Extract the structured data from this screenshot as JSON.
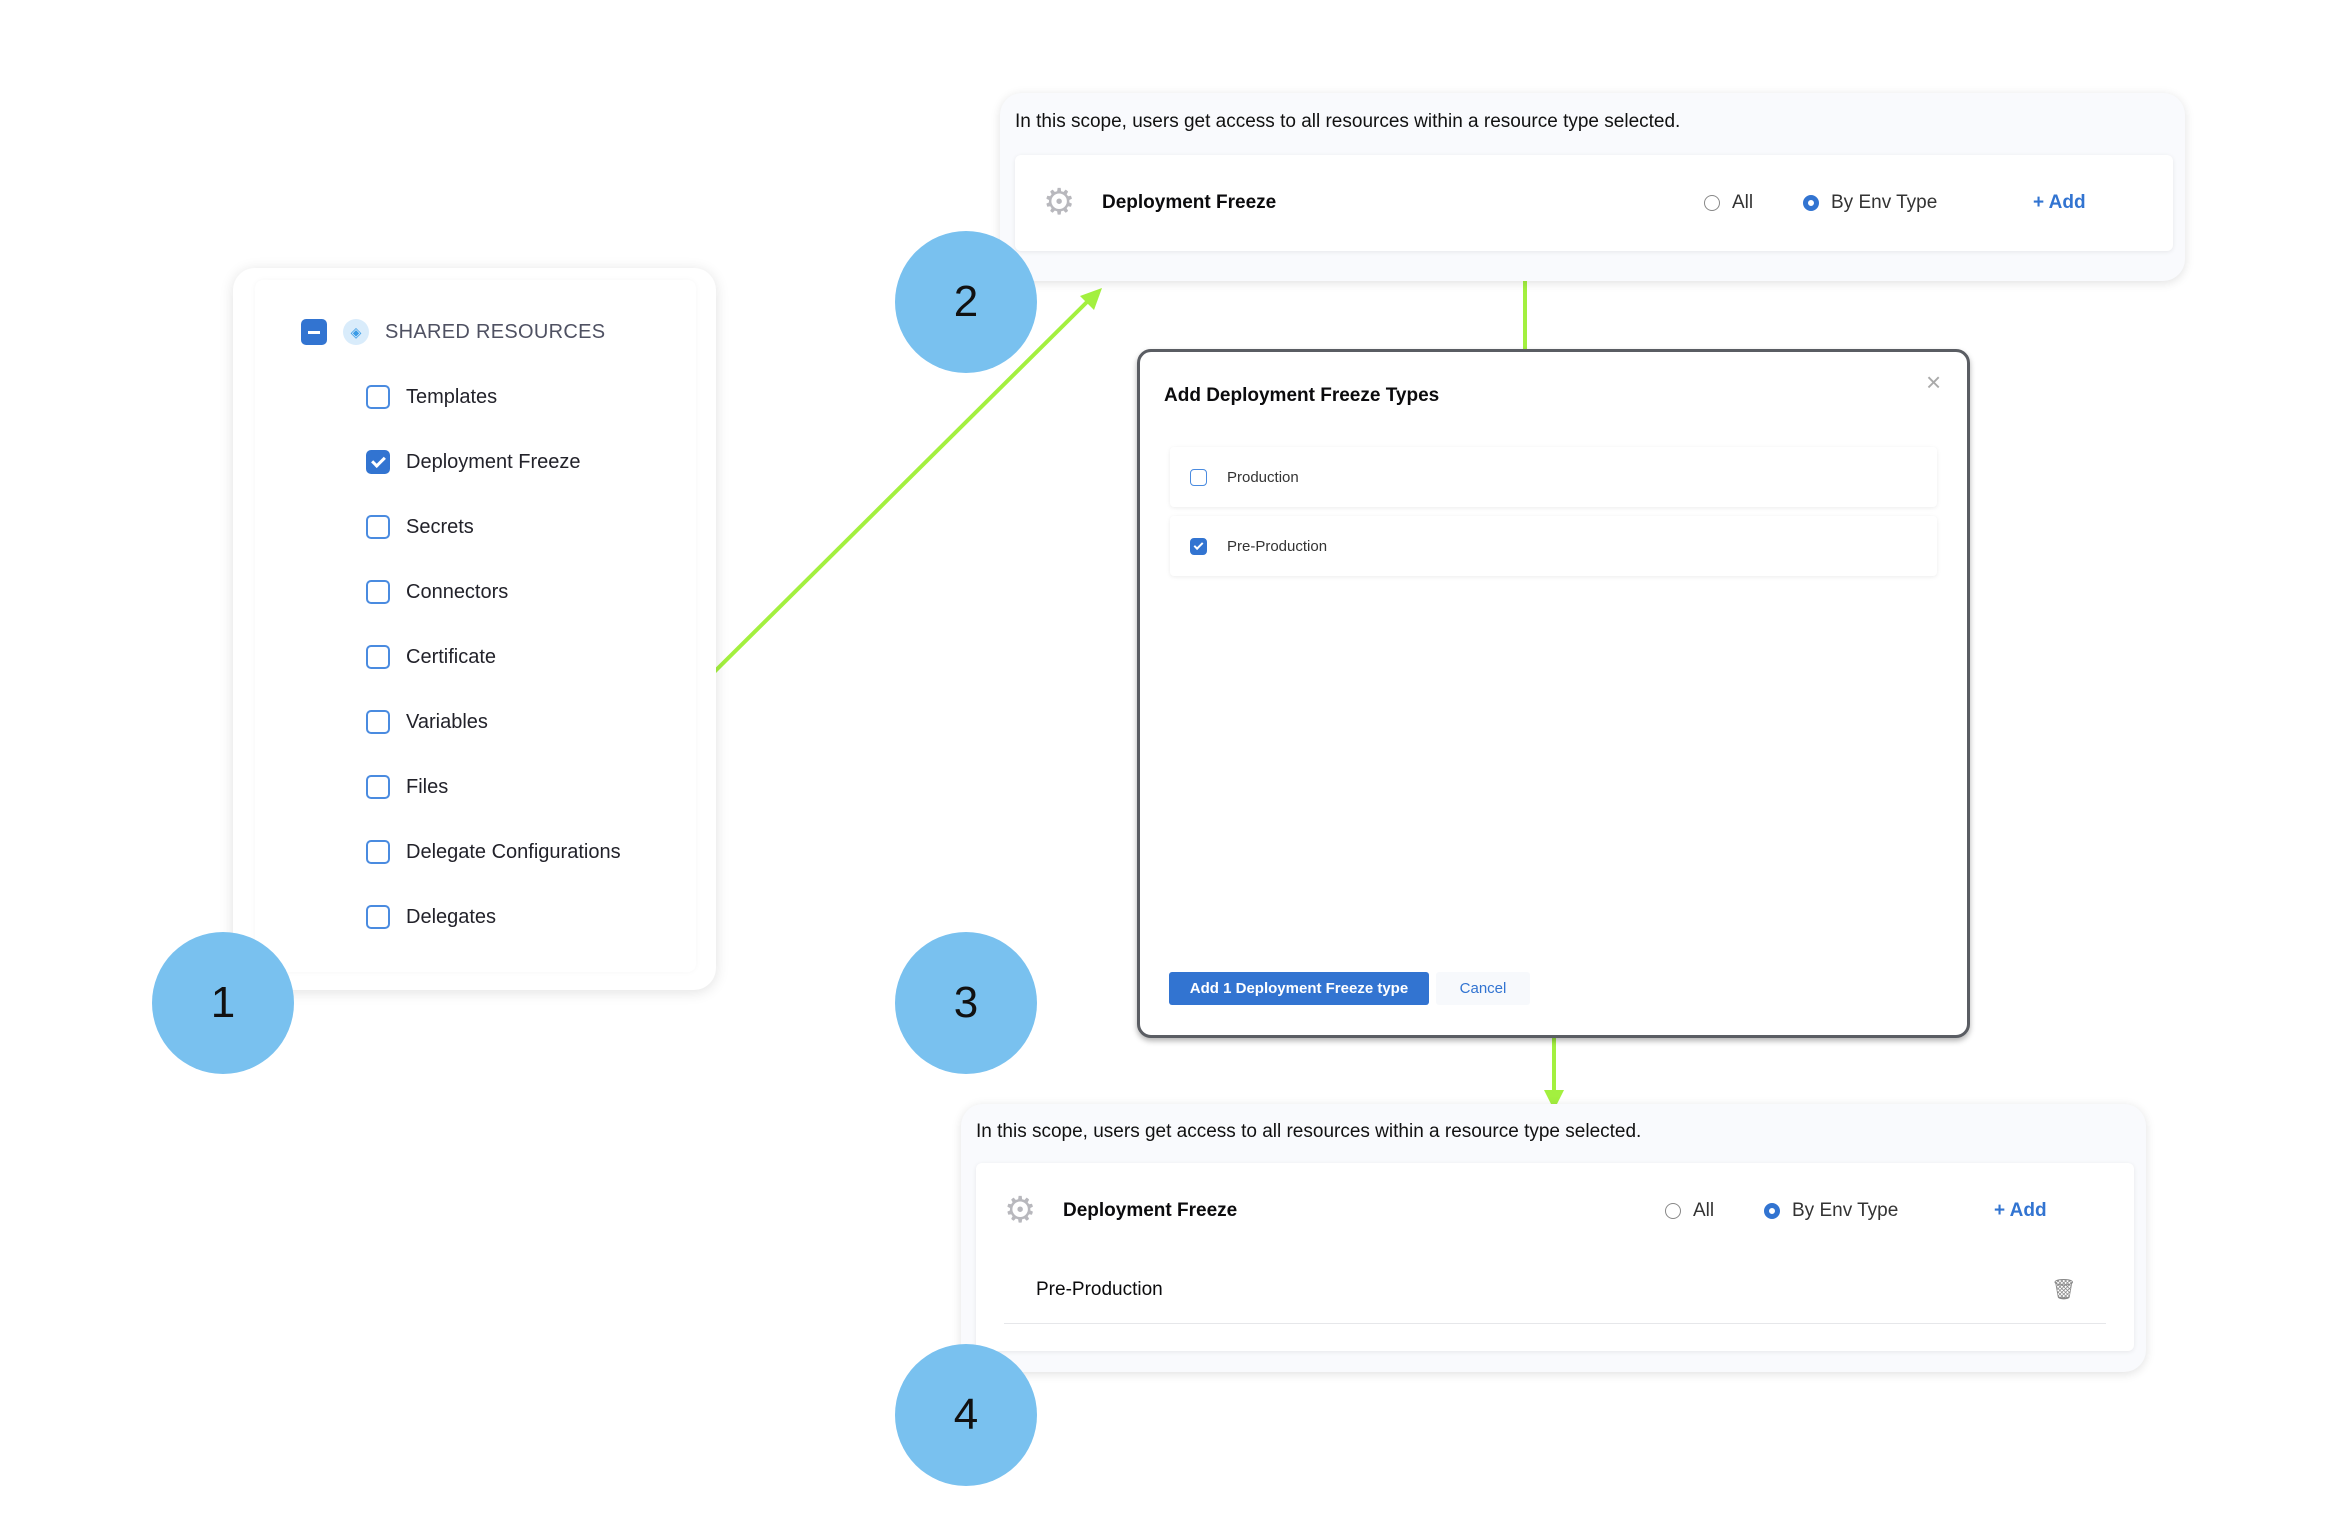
{
  "step1": {
    "header": "SHARED RESOURCES",
    "items": [
      {
        "label": "Templates",
        "checked": false
      },
      {
        "label": "Deployment Freeze",
        "checked": true
      },
      {
        "label": "Secrets",
        "checked": false
      },
      {
        "label": "Connectors",
        "checked": false
      },
      {
        "label": "Certificate",
        "checked": false
      },
      {
        "label": "Variables",
        "checked": false
      },
      {
        "label": "Files",
        "checked": false
      },
      {
        "label": "Delegate Configurations",
        "checked": false
      },
      {
        "label": "Delegates",
        "checked": false
      }
    ]
  },
  "step2": {
    "scope_text": "In this scope, users get access to all resources within a resource type selected.",
    "resource": "Deployment Freeze",
    "radio_all": "All",
    "radio_env": "By Env Type",
    "selected": "By Env Type",
    "add": "+ Add"
  },
  "modal": {
    "title": "Add Deployment Freeze Types",
    "options": [
      {
        "label": "Production",
        "checked": false
      },
      {
        "label": "Pre-Production",
        "checked": true
      }
    ],
    "confirm": "Add 1 Deployment Freeze type",
    "cancel": "Cancel"
  },
  "step4": {
    "scope_text": "In this scope, users get access to all resources within a resource type selected.",
    "resource": "Deployment Freeze",
    "radio_all": "All",
    "radio_env": "By Env Type",
    "selected": "By Env Type",
    "add": "+ Add",
    "selected_item": "Pre-Production"
  },
  "steps": [
    "1",
    "2",
    "3",
    "4"
  ],
  "colors": {
    "accent": "#3274d1",
    "step_circle": "#79c1ef",
    "arrow": "#a3f03f"
  }
}
